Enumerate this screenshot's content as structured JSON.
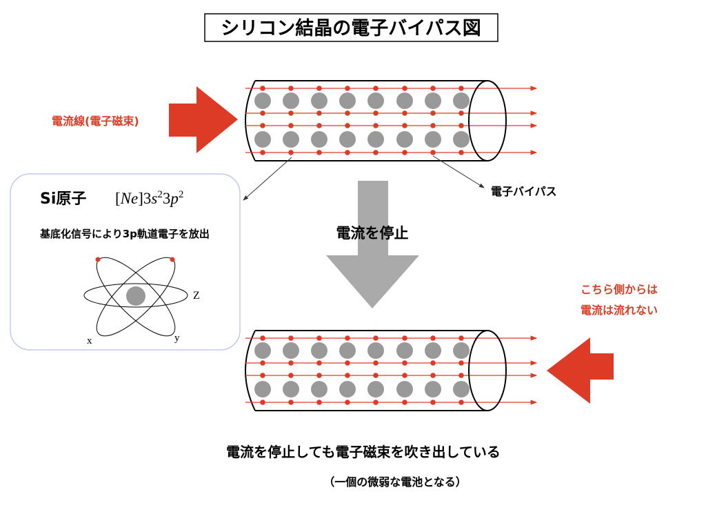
{
  "title": "シリコン結晶の電子バイパス図",
  "labels": {
    "current_line": "電流線(電子磁束)",
    "bypass": "電子バイパス",
    "stop_current": "電流を停止",
    "no_flow_line1": "こちら側からは",
    "no_flow_line2": "電流は流れない",
    "caption": "電流を停止しても電子磁束を吹き出している",
    "sub_caption": "（一個の微弱な電池となる）"
  },
  "atom_box": {
    "heading": "Si原子",
    "formula": {
      "open": "[",
      "ne": "Ne",
      "close": "]3",
      "s": "s",
      "s_exp": "2",
      "three": "3",
      "p": "p",
      "p_exp": "2"
    },
    "description": "基底化信号により3p軌道電子を放出",
    "axis_z": "Z",
    "axis_x": "x",
    "axis_y": "y"
  },
  "colors": {
    "electron": "#dd3b26",
    "atom": "#999999",
    "arrow_red": "#dd3b26",
    "arrow_gray": "#aaaaaa",
    "box_border": "#c3c8f0"
  }
}
